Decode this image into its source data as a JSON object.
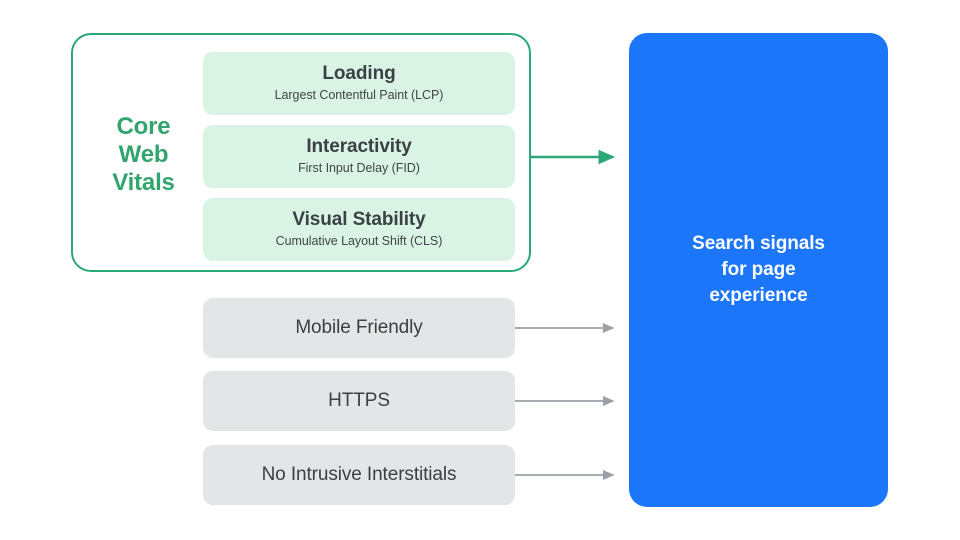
{
  "diagram": {
    "title_group": {
      "label_lines": [
        "Core",
        "Web",
        "Vitals"
      ],
      "border_color": "#2AA877",
      "label_color": "#32A46E"
    },
    "vitals": [
      {
        "name": "loading",
        "title": "Loading",
        "subtitle": "Largest Contentful Paint (LCP)",
        "fill": "#D9F4E5"
      },
      {
        "name": "interactivity",
        "title": "Interactivity",
        "subtitle": "First Input Delay (FID)",
        "fill": "#D9F4E5"
      },
      {
        "name": "visual-stability",
        "title": "Visual Stability",
        "subtitle": "Cumulative Layout Shift (CLS)",
        "fill": "#D9F4E5"
      }
    ],
    "signals": [
      {
        "name": "mobile-friendly",
        "label": "Mobile Friendly",
        "fill": "#E4E5E6"
      },
      {
        "name": "https",
        "label": "HTTPS",
        "fill": "#E4E5E6"
      },
      {
        "name": "no-intrusive-interstitials",
        "label": "No Intrusive Interstitials",
        "fill": "#E4E5E6"
      }
    ],
    "destination": {
      "name": "search-signals-for-page-experience",
      "text_lines": [
        "Search signals",
        "for page",
        "experience"
      ],
      "fill": "#1B76F9",
      "text_color": "#FFFFFF"
    },
    "connectors": [
      {
        "name": "core-web-vitals-to-destination",
        "color": "#2AA877",
        "style": "solid-arrow"
      },
      {
        "name": "mobile-friendly-to-destination",
        "color": "#9AA0A6",
        "style": "solid-arrow"
      },
      {
        "name": "https-to-destination",
        "color": "#9AA0A6",
        "style": "solid-arrow"
      },
      {
        "name": "no-intrusive-interstitials-to-destination",
        "color": "#9AA0A6",
        "style": "solid-arrow"
      }
    ]
  }
}
